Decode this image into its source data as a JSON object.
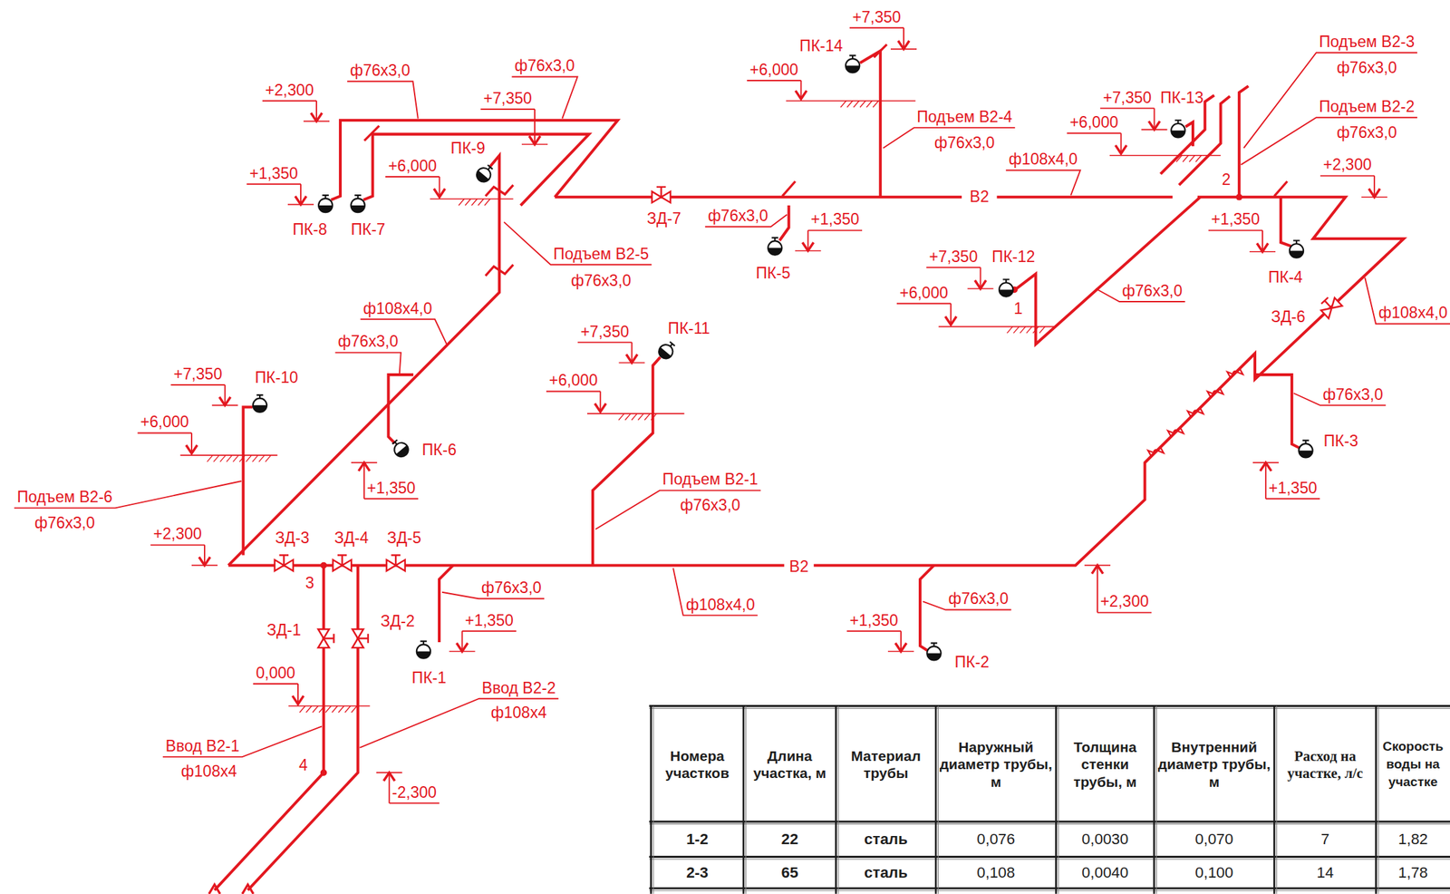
{
  "diagram": {
    "labels": [
      "+7,350",
      "ПК-14",
      "+6,000",
      "Подъем В2-4",
      "ф76х3,0",
      "Подъем В2-3",
      "ф76х3,0",
      "Подъем В2-2",
      "ф76х3,0",
      "+7,350",
      "ПК-13",
      "+6,000",
      "ф108х4,0",
      "2",
      "+2,300",
      "+1,350",
      "ПК-4",
      "+7,350",
      "ПК-12",
      "+6,000",
      "1",
      "ф76х3,0",
      "ЗД-6",
      "ф108х4,0",
      "ф76х3,0",
      "ПК-3",
      "+1,350",
      "+2,300",
      "ф76х3,0",
      "ф76х3,0",
      "+7,350",
      "+1,350",
      "ПК-8",
      "ПК-7",
      "+6,000",
      "ПК-9",
      "ЗД-7",
      "ф76х3,0",
      "+1,350",
      "ПК-5",
      "В2",
      "Подъем В2-5",
      "ф76х3,0",
      "ф108х4,0",
      "ф76х3,0",
      "+7,350",
      "ПК-11",
      "+6,000",
      "ПК-6",
      "+1,350",
      "+7,350",
      "ПК-10",
      "+6,000",
      "Подъем В2-1",
      "ф76х3,0",
      "Подъем В2-6",
      "ф76х3,0",
      "+2,300",
      "ЗД-3",
      "ЗД-4",
      "ЗД-5",
      "3",
      "В2",
      "ф76х3,0",
      "ф108х4,0",
      "ф76х3,0",
      "+2,300",
      "+1,350",
      "ЗД-1",
      "ЗД-2",
      "ПК-1",
      "+1,350",
      "ПК-2",
      "0,000",
      "Ввод В2-2",
      "ф108х4",
      "Ввод В2-1",
      "ф108х4",
      "4",
      "-2,300",
      "Номера участков",
      "Длина участка, м",
      "Материал трубы",
      "Наружный диаметр трубы, м",
      "Толщина стенки трубы, м",
      "Внутренний диаметр трубы, м",
      "Расход на участке, л/с",
      "Скорость воды на участке",
      "1-2",
      "22",
      "сталь",
      "0,076",
      "0,0030",
      "0,070",
      "7",
      "1,82",
      "2-3",
      "65",
      "сталь",
      "0,108",
      "0,0040",
      "0,100",
      "14",
      "1,78"
    ]
  }
}
